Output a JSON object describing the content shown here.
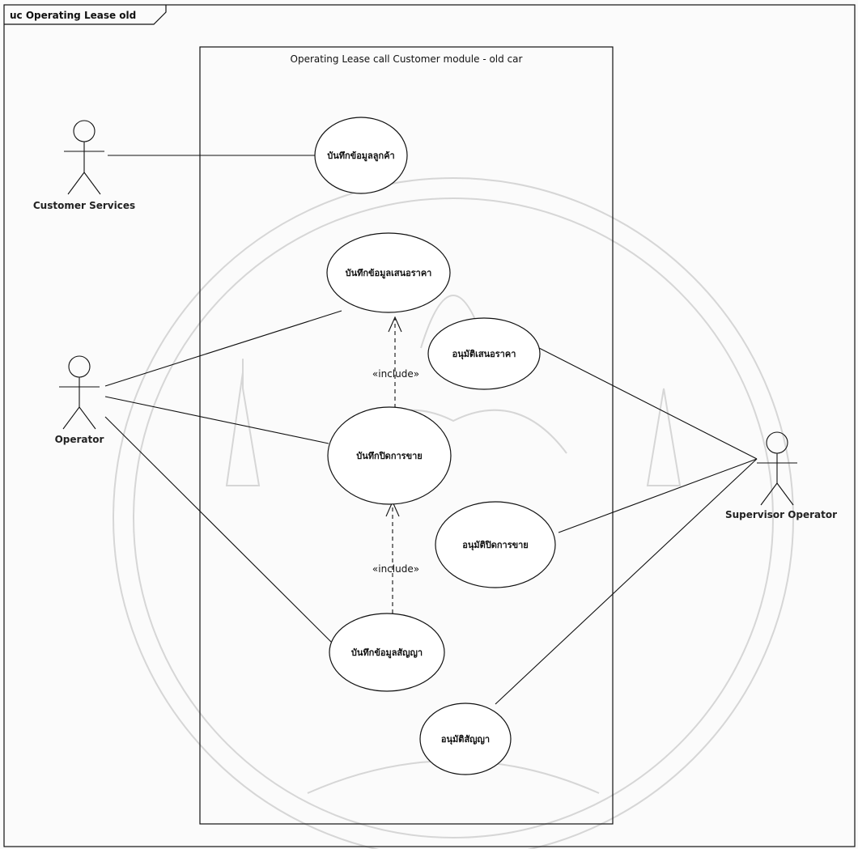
{
  "frame": {
    "title": "uc Operating Lease old"
  },
  "boundary": {
    "title": "Operating Lease call Customer module - old car"
  },
  "actors": {
    "customer_services": "Customer Services",
    "operator": "Operator",
    "supervisor_operator": "Supervisor Operator"
  },
  "use_cases": {
    "uc1": "บันทึกข้อมูลลูกค้า",
    "uc2": "บันทึกข้อมูลเสนอราคา",
    "uc3": "อนุมัติเสนอราคา",
    "uc4": "บันทึกปิดการขาย",
    "uc5": "อนุมัติปิดการขาย",
    "uc6": "บันทึกข้อมูลสัญญา",
    "uc7": "อนุมัติสัญญา"
  },
  "relations": {
    "include_1": "«include»",
    "include_2": "«include»"
  },
  "colors": {
    "line": "#111111",
    "watermark": "#b8b8b8",
    "background": "#fbfbfb"
  }
}
